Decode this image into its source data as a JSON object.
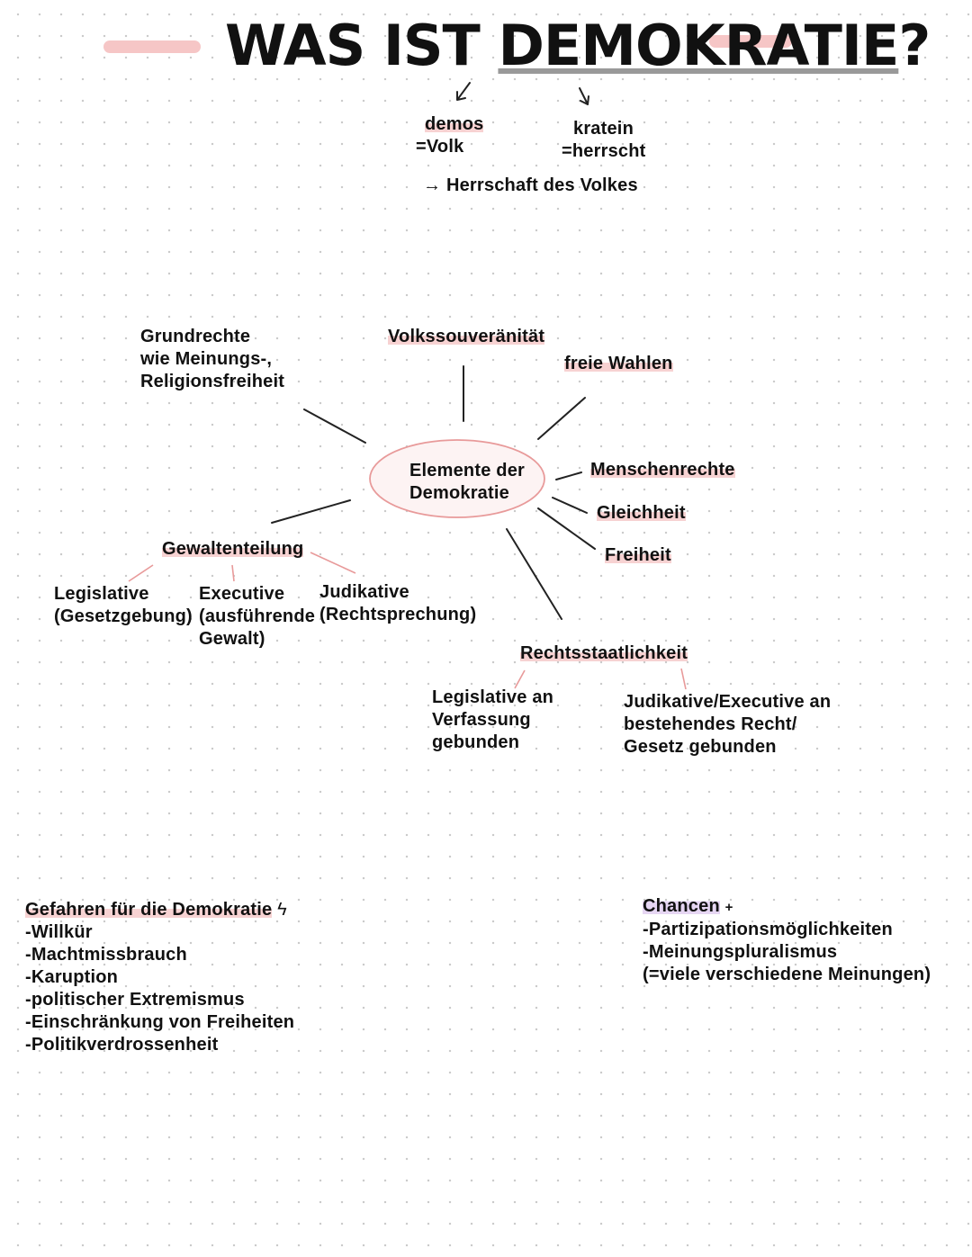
{
  "title": {
    "prefix": "WAS IST ",
    "underlined": "DEMOKRATIE",
    "suffix": "?"
  },
  "etymology": {
    "demos": {
      "word": "demos",
      "meaning": "=Volk"
    },
    "kratein": {
      "word": "kratein",
      "meaning": "=herrscht"
    },
    "result": "→ Herrschaft des Volkes"
  },
  "mindmap": {
    "center": [
      "Elemente der",
      "Demokratie"
    ],
    "grundrechte": "Grundrechte\nwie Meinungs-,\nReligionsfreiheit",
    "volkssouveraenitaet": "Volkssouveränität",
    "freie_wahlen": "freie Wahlen",
    "menschenrechte": "Menschenrechte",
    "gleichheit": "Gleichheit",
    "freiheit": "Freiheit",
    "gewaltenteilung": {
      "label": "Gewaltenteilung",
      "legislative": "Legislative\n(Gesetzgebung)",
      "executive": "Executive\n(ausführende\nGewalt)",
      "judikative": "Judikative\n(Rechtsprechung)"
    },
    "rechtsstaatlichkeit": {
      "label": "Rechtsstaatlichkeit",
      "left": "Legislative an\nVerfassung\ngebunden",
      "right": "Judikative/Executive an\nbestehendes Recht/\nGesetz gebunden"
    }
  },
  "gefahren": {
    "heading": "Gefahren für die Demokratie",
    "symbol": "ϟ",
    "items": [
      "-Willkür",
      "-Machtmissbrauch",
      "-Karuption",
      "-politischer Extremismus",
      "-Einschränkung von Freiheiten",
      "-Politikverdrossenheit"
    ]
  },
  "chancen": {
    "heading": "Chancen",
    "symbol": "+",
    "items": [
      "-Partizipationsmöglichkeiten",
      "-Meinungspluralismus",
      "(=viele verschiedene Meinungen)"
    ]
  },
  "colors": {
    "accent_pink": "#f6c6c6",
    "line_pink": "#e89a9a",
    "lavender": "#e6d6f3",
    "ink": "#111111"
  }
}
